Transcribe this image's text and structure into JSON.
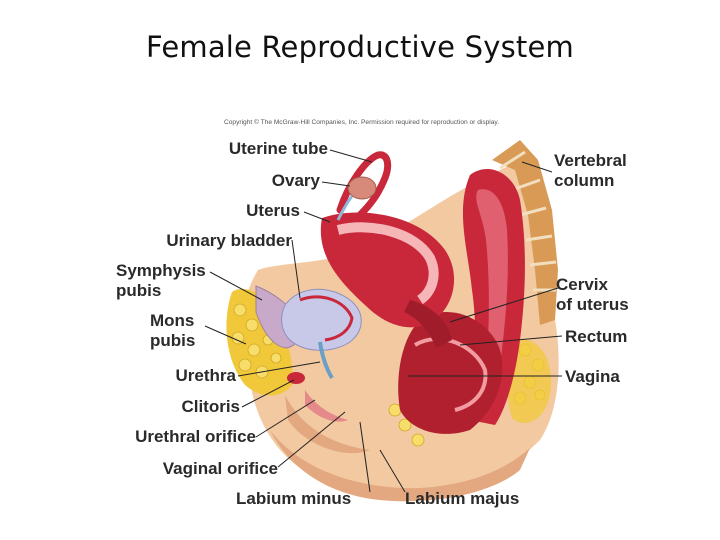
{
  "title": "Female Reproductive System",
  "copyright": "Copyright © The McGraw-Hill Companies, Inc. Permission required for reproduction or display.",
  "colors": {
    "muscle": "#c8283a",
    "muscle_dark": "#8e1a22",
    "pink": "#f29ba0",
    "fat": "#f1c83a",
    "bone": "#d99a55",
    "bladder": "#c8c8e8",
    "skin": "#f2c9a0"
  },
  "labels": {
    "uterine_tube": "Uterine tube",
    "ovary": "Ovary",
    "uterus": "Uterus",
    "urinary_bladder": "Urinary bladder",
    "symphysis_pubis_1": "Symphysis",
    "symphysis_pubis_2": "pubis",
    "mons_pubis_1": "Mons",
    "mons_pubis_2": "pubis",
    "urethra": "Urethra",
    "clitoris": "Clitoris",
    "urethral_orifice": "Urethral orifice",
    "vaginal_orifice": "Vaginal orifice",
    "labium_minus": "Labium minus",
    "labium_majus": "Labium majus",
    "vertebral_column_1": "Vertebral",
    "vertebral_column_2": "column",
    "cervix_1": "Cervix",
    "cervix_2": "of uterus",
    "rectum": "Rectum",
    "vagina": "Vagina"
  }
}
